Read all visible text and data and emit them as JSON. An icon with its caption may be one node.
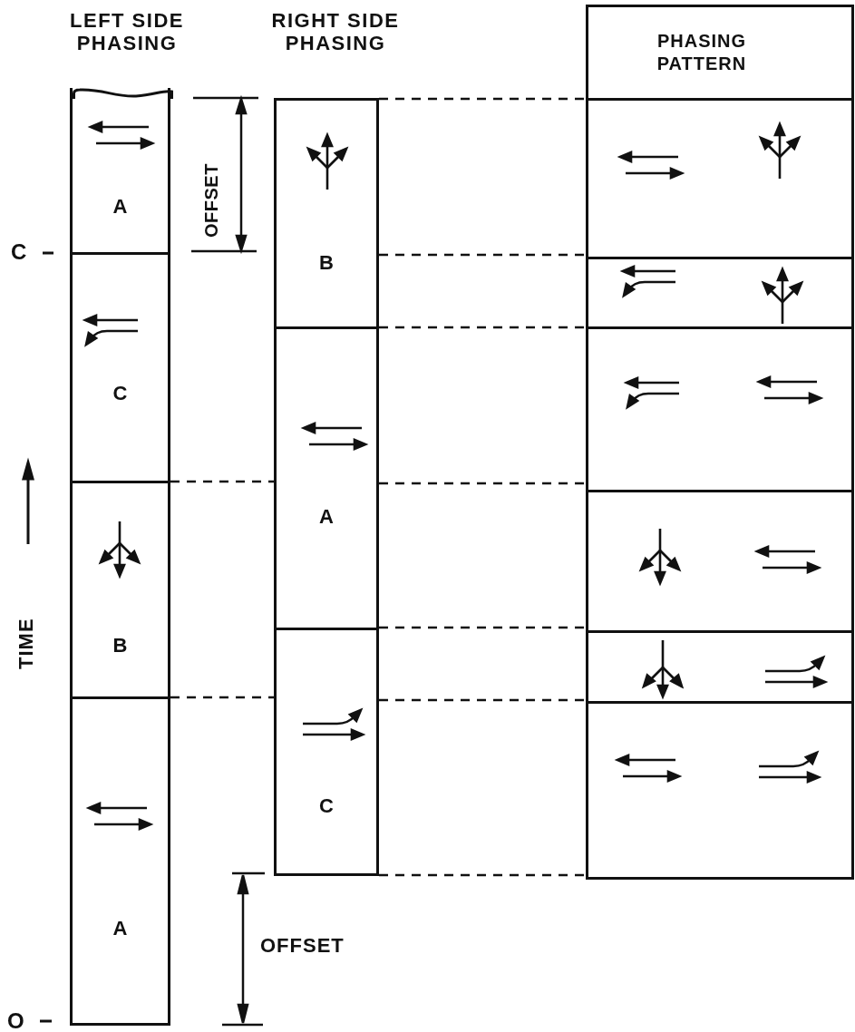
{
  "diagram": {
    "nodes": [
      {
        "text": [
          "A"
        ]
      },
      {
        "text": [
          "C"
        ]
      },
      {
        "text": [
          "B"
        ]
      },
      {
        "text": [
          "A"
        ]
      },
      {
        "text": [
          "B"
        ]
      },
      {
        "text": [
          "A"
        ]
      },
      {
        "text": [
          "C"
        ]
      },
      {
        "text": [
          "PHASING PATTERN"
        ]
      },
      {
        "text": [],
        "shape": "box",
        "in": 7
      },
      {
        "text": [],
        "shape": "box",
        "in": 7
      },
      {
        "text": [],
        "shape": "box",
        "in": 7
      },
      {
        "text": [],
        "shape": "box",
        "in": 7
      },
      {
        "text": [],
        "shape": "box",
        "in": 7
      },
      {
        "text": [],
        "shape": "box",
        "in": 7
      }
    ],
    "edges": [
      {
        "from": 4,
        "to": 7,
        "arrow": "none",
        "style": "dashed"
      },
      {
        "from": 4,
        "to": 7,
        "arrow": "none",
        "style": "dashed"
      },
      {
        "from": 4,
        "to": 7,
        "arrow": "none",
        "style": "dashed"
      },
      {
        "from": 5,
        "to": 7,
        "arrow": "none",
        "style": "dashed"
      },
      {
        "from": 6,
        "to": 7,
        "arrow": "none",
        "style": "dashed"
      },
      {
        "from": 6,
        "to": 7,
        "arrow": "none",
        "style": "dashed"
      },
      {
        "from": 6,
        "to": 7,
        "arrow": "none",
        "style": "dashed"
      },
      {
        "from": 2,
        "to": 5,
        "arrow": "none",
        "style": "dashed"
      },
      {
        "from": 2,
        "to": 6,
        "arrow": "none",
        "style": "dashed"
      }
    ],
    "labels": [
      "LEFT SIDE PHASING",
      "RIGHT SIDE PHASING",
      "OFFSET",
      "C",
      "TIME",
      "OFFSET",
      "O"
    ]
  }
}
